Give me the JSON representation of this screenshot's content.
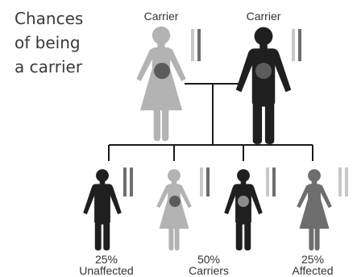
{
  "title": {
    "line1": "Chances",
    "line2": "of being",
    "line3": "a carrier"
  },
  "parents": {
    "mother_label": "Carrier",
    "father_label": "Carrier"
  },
  "outcomes": [
    {
      "percent": "25%",
      "label": "Unaffected"
    },
    {
      "percent": "50%",
      "label": "Carriers"
    },
    {
      "percent": "25%",
      "label": "Affected"
    }
  ],
  "colors": {
    "dark": "#1f1f1f",
    "light_gray": "#b3b3b3",
    "mid_gray": "#6e6e6e",
    "dot_dark": "#5c5c5c",
    "dot_light": "#8a8a8a",
    "line": "#1a1a1a"
  },
  "figures": [
    {
      "role": "mother",
      "gender": "female",
      "status": "carrier",
      "icon": "female-carrier-icon"
    },
    {
      "role": "father",
      "gender": "male",
      "status": "carrier",
      "icon": "male-carrier-icon"
    },
    {
      "role": "child-1",
      "gender": "male",
      "status": "unaffected",
      "icon": "male-unaffected-icon"
    },
    {
      "role": "child-2",
      "gender": "female",
      "status": "carrier",
      "icon": "female-carrier-icon"
    },
    {
      "role": "child-3",
      "gender": "male",
      "status": "carrier",
      "icon": "male-carrier-icon"
    },
    {
      "role": "child-4",
      "gender": "female",
      "status": "affected",
      "icon": "female-affected-icon"
    }
  ]
}
